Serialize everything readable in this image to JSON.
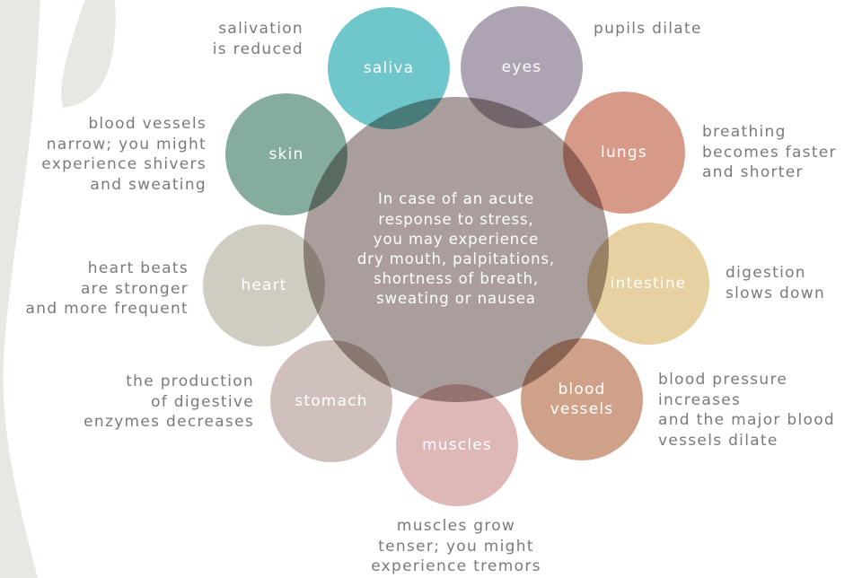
{
  "center_text": "In case of an acute\nresponse to stress,\nyou may experience\ndry mouth, palpitations,\nshortness of breath,\nsweating or nausea",
  "nodes": [
    {
      "id": "saliva",
      "label": "saliva",
      "color": "#6fc6cb",
      "description": "salivation\nis reduced"
    },
    {
      "id": "eyes",
      "label": "eyes",
      "color": "#ada3b2",
      "description": "pupils dilate"
    },
    {
      "id": "lungs",
      "label": "lungs",
      "color": "#d89a88",
      "description": "breathing\nbecomes faster\nand shorter"
    },
    {
      "id": "intestine",
      "label": "intestine",
      "color": "#e7d1a2",
      "description": "digestion\nslows down"
    },
    {
      "id": "blood-vessels",
      "label": "blood\nvessels",
      "color": "#cfa189",
      "description": "blood pressure\nincreases\nand the major blood\nvessels dilate"
    },
    {
      "id": "muscles",
      "label": "muscles",
      "color": "#deb8b6",
      "description": "muscles grow\ntenser; you might\nexperience tremors"
    },
    {
      "id": "stomach",
      "label": "stomach",
      "color": "#cfc0bb",
      "description": "the production\nof digestive\nenzymes decreases"
    },
    {
      "id": "heart",
      "label": "heart",
      "color": "#cfcdc2",
      "description": "heart beats\nare stronger\nand more frequent"
    },
    {
      "id": "skin",
      "label": "skin",
      "color": "#86ac9e",
      "description": "blood vessels\nnarrow; you might\nexperience shivers\nand sweating"
    }
  ]
}
